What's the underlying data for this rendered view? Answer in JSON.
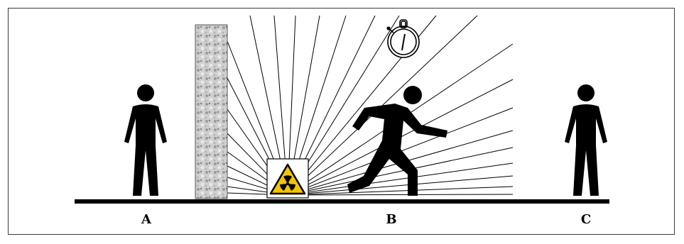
{
  "labels": {
    "a": "A",
    "b": "B",
    "c": "C"
  },
  "icons": {
    "source": "radiation-warning-icon",
    "timer": "stopwatch-icon",
    "person_standing": "standing-person-icon",
    "person_running": "running-person-icon"
  },
  "colors": {
    "warning_yellow": "#f5c400",
    "ink": "#000000"
  }
}
